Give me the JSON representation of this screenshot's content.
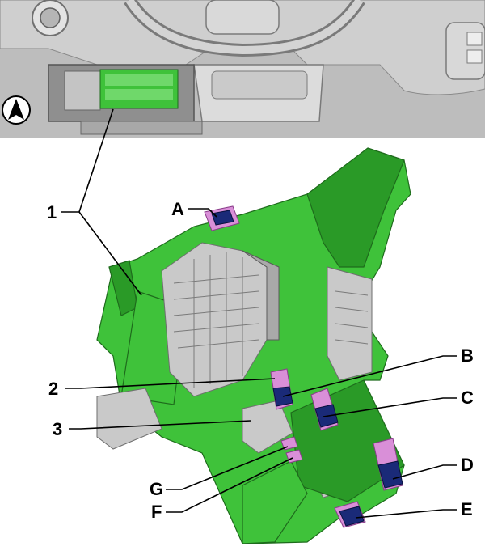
{
  "orientation_icon": "arrow-up-icon",
  "callouts": {
    "c1": "1",
    "c2": "2",
    "c3": "3",
    "cA": "A",
    "cB": "B",
    "cC": "C",
    "cD": "D",
    "cE": "E",
    "cF": "F",
    "cG": "G"
  },
  "colors": {
    "module_green": "#3fc23a",
    "fuse_grey": "#c9c9c9",
    "connector_pink": "#d98fd8",
    "connector_navy": "#1a2a78",
    "dashboard_grey": "#bdbdbd"
  }
}
